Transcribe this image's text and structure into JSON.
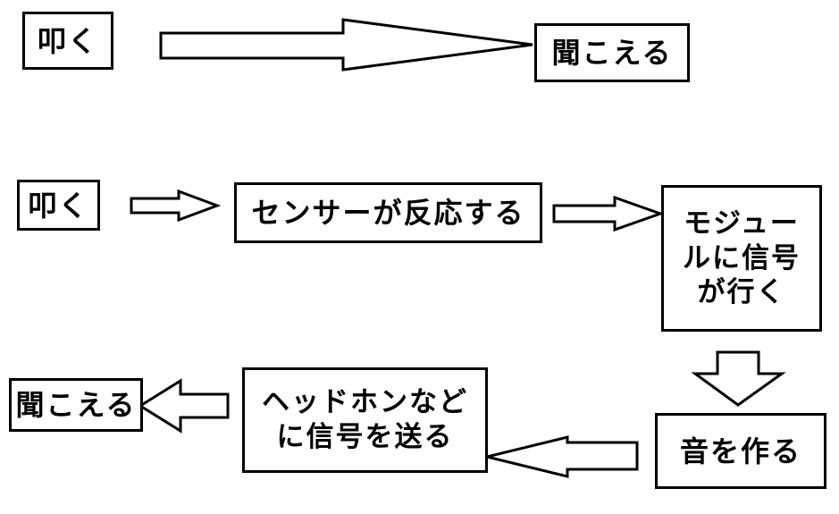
{
  "diagram": {
    "row1": {
      "tap_label": "叩く",
      "hear_label": "聞こえる"
    },
    "flow": {
      "tap_label": "叩く",
      "sensor_label": "センサーが反応する",
      "module_label_lines": [
        "モジュー",
        "ルに信号",
        "が行く"
      ],
      "make_sound_label": "音を作る",
      "headphone_label_lines": [
        "ヘッドホンなど",
        "に信号を送る"
      ],
      "hear_label": "聞こえる"
    }
  }
}
